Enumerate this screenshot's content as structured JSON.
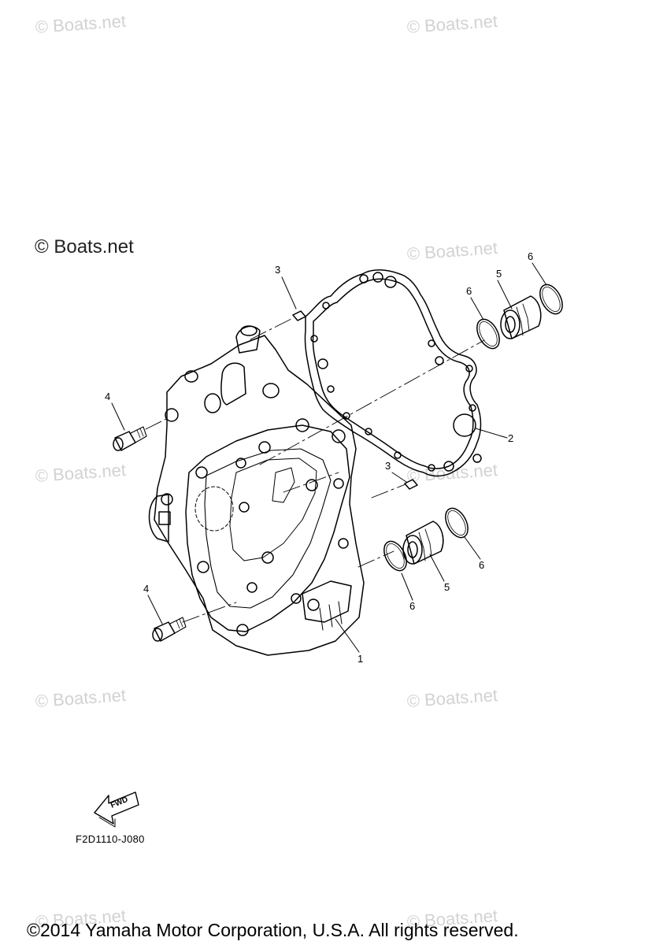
{
  "watermarks": {
    "main": "© Boats.net",
    "faint": "© Boats.net"
  },
  "callouts": {
    "p1": "1",
    "p2": "2",
    "p3": "3",
    "p4": "4",
    "p5": "5",
    "p6": "6"
  },
  "fwd_label": "FWD",
  "part_code": "F2D1110-J080",
  "copyright": "©2014 Yamaha Motor Corporation, U.S.A. All rights reserved.",
  "colors": {
    "line": "#000000",
    "watermark": "#d2d2d2",
    "background": "#ffffff"
  }
}
